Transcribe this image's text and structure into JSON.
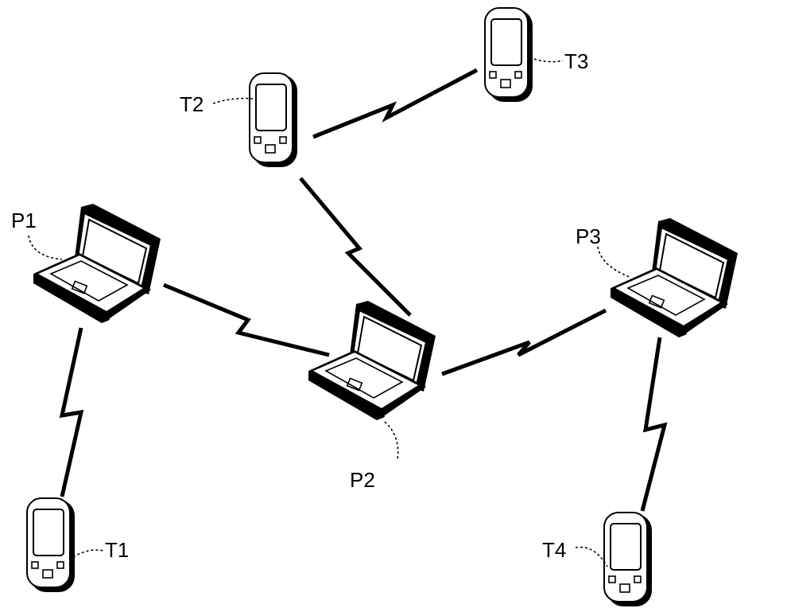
{
  "nodes": {
    "T1": {
      "label": "T1",
      "type": "phone"
    },
    "T2": {
      "label": "T2",
      "type": "phone"
    },
    "T3": {
      "label": "T3",
      "type": "phone"
    },
    "T4": {
      "label": "T4",
      "type": "phone"
    },
    "P1": {
      "label": "P1",
      "type": "laptop"
    },
    "P2": {
      "label": "P2",
      "type": "laptop"
    },
    "P3": {
      "label": "P3",
      "type": "laptop"
    }
  },
  "links": [
    {
      "from": "T2",
      "to": "T3",
      "kind": "wireless"
    },
    {
      "from": "T2",
      "to": "P2",
      "kind": "wireless"
    },
    {
      "from": "P1",
      "to": "P2",
      "kind": "wireless"
    },
    {
      "from": "P2",
      "to": "P3",
      "kind": "wireless"
    },
    {
      "from": "P1",
      "to": "T1",
      "kind": "wireless"
    },
    {
      "from": "P3",
      "to": "T4",
      "kind": "wireless"
    }
  ]
}
